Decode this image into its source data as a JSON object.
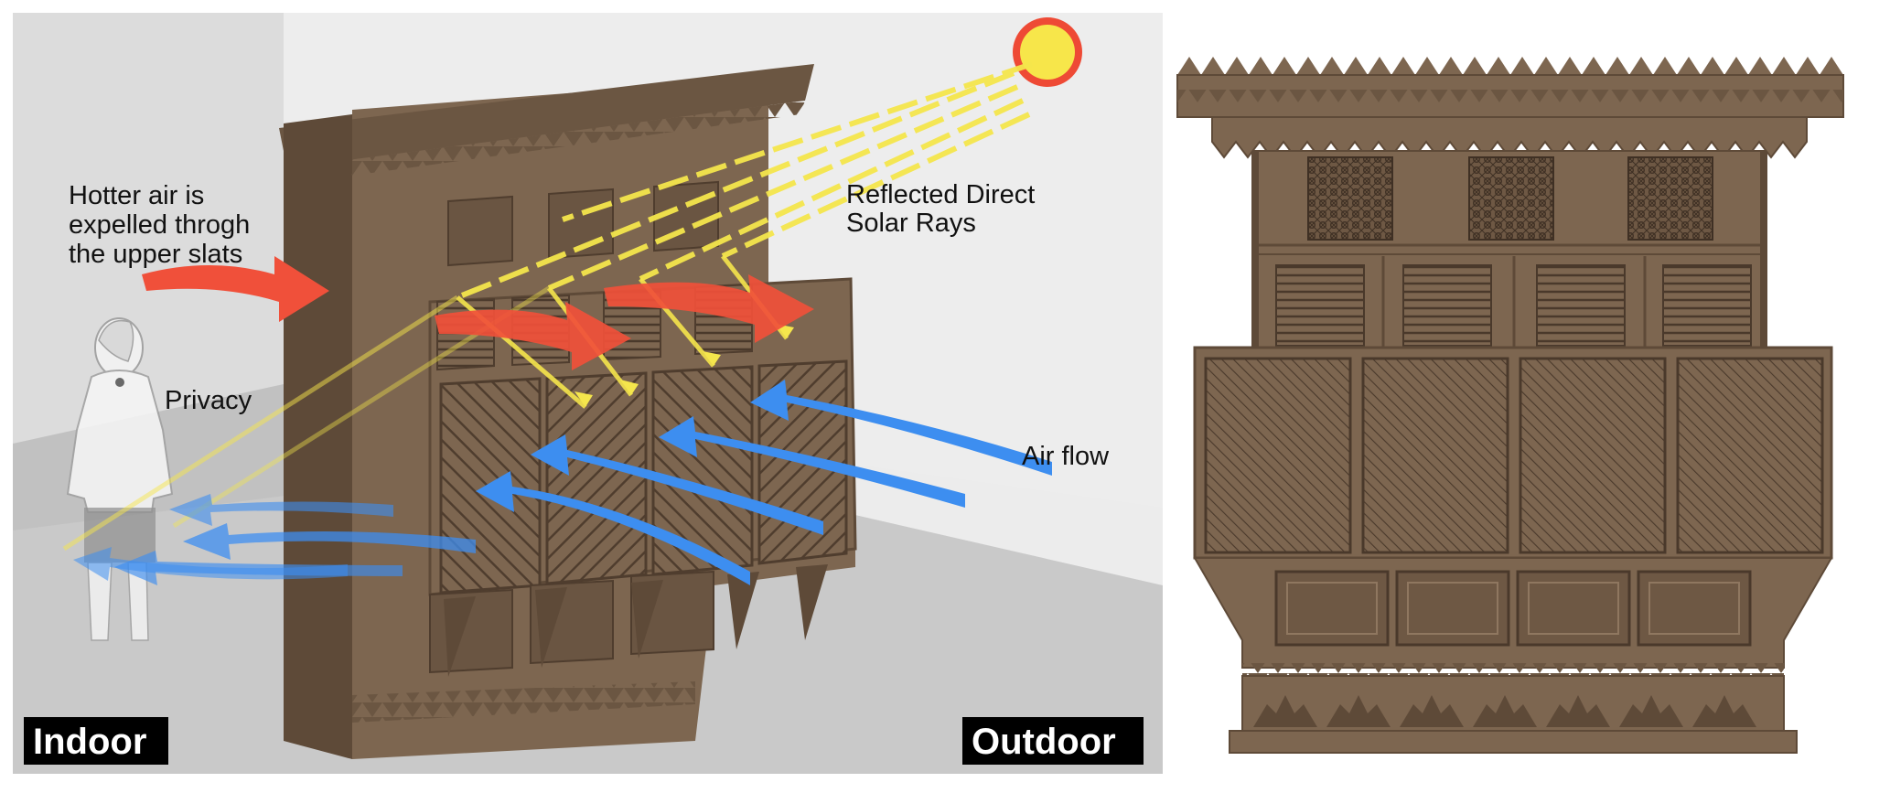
{
  "labels": {
    "hot_air": [
      "Hotter air is",
      "expelled throgh",
      "the upper slats"
    ],
    "reflected": [
      "Reflected Direct",
      "Solar Rays"
    ],
    "privacy": "Privacy",
    "air_flow": "Air flow",
    "indoor": "Indoor",
    "outdoor": "Outdoor"
  },
  "colors": {
    "wood": "#7d6650",
    "wood_dark": "#5e4a38",
    "wood_light": "#8f7760",
    "hot_arrow": "#f0503a",
    "cool_arrow": "#3d8ef0",
    "sun_fill": "#f7e64a",
    "sun_ring": "#ee4a35",
    "sun_rays": "#f5e64c",
    "wall": "#e5e5e5",
    "floor": "#c9c9c9"
  },
  "icons": {
    "sun": "sun-icon",
    "person": "person-figure-icon",
    "hot_arrow": "hot-air-arrow-icon",
    "cool_arrow": "air-flow-arrow-icon"
  }
}
